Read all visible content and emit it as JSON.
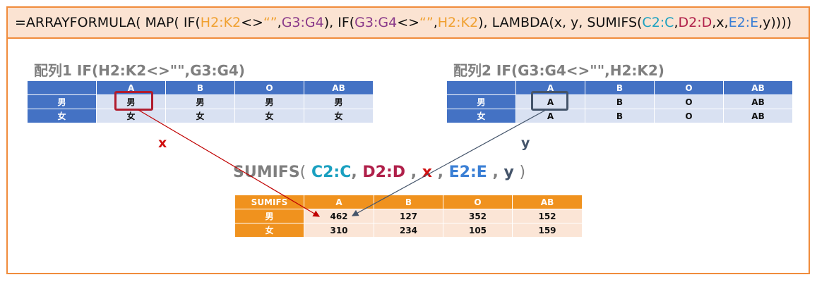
{
  "formula": {
    "p1": "=ARRAYFORMULA( MAP( IF(",
    "r1": "H2:K2",
    "p2": "<>",
    "q1": "“”",
    "p3": ",",
    "r2": "G3:G4",
    "p4": "), IF(",
    "r3": "G3:G4",
    "p5": "<>",
    "q2": "“”",
    "p6": ",",
    "r4": "H2:K2",
    "p7": "), LAMBDA(x, y, SUMIFS(",
    "r5": "C2:C",
    "p8": ",",
    "r6": "D2:D",
    "p9": ",x,",
    "r7": "E2:E",
    "p10": ",y))))"
  },
  "array1": {
    "title": "配列1 IF(H2:K2<>\"\",G3:G4)",
    "header": [
      "",
      "A",
      "B",
      "O",
      "AB"
    ],
    "rows": [
      [
        "男",
        "男",
        "男",
        "男",
        "男"
      ],
      [
        "女",
        "女",
        "女",
        "女",
        "女"
      ]
    ]
  },
  "array2": {
    "title": "配列2 IF(G3:G4<>\"\",H2:K2)",
    "header": [
      "",
      "A",
      "B",
      "O",
      "AB"
    ],
    "rows": [
      [
        "男",
        "A",
        "B",
        "O",
        "AB"
      ],
      [
        "女",
        "A",
        "B",
        "O",
        "AB"
      ]
    ]
  },
  "labels": {
    "x": "x",
    "y": "y"
  },
  "sumifs_expr": {
    "fn": "SUMIFS",
    "open": "(",
    "a1": "C2:C",
    "sep1": ",",
    "a2": "D2:D",
    "sep2": ",",
    "a3": "x",
    "sep3": ",",
    "a4": "E2:E",
    "sep4": ",",
    "a5": "y",
    "close": ")"
  },
  "result": {
    "header": [
      "SUMIFS",
      "A",
      "B",
      "O",
      "AB"
    ],
    "rows": [
      [
        "男",
        "462",
        "127",
        "352",
        "152"
      ],
      [
        "女",
        "310",
        "234",
        "105",
        "159"
      ]
    ]
  },
  "colors": {
    "border_orange": "#f08c3c",
    "formula_bg": "#fbe3d2",
    "blue_header": "#4472c4",
    "blue_cell": "#d9e1f2",
    "orange_header": "#f0921e",
    "orange_cell": "#fbe5d6",
    "x_color": "#d01010",
    "y_color": "#44546a"
  }
}
